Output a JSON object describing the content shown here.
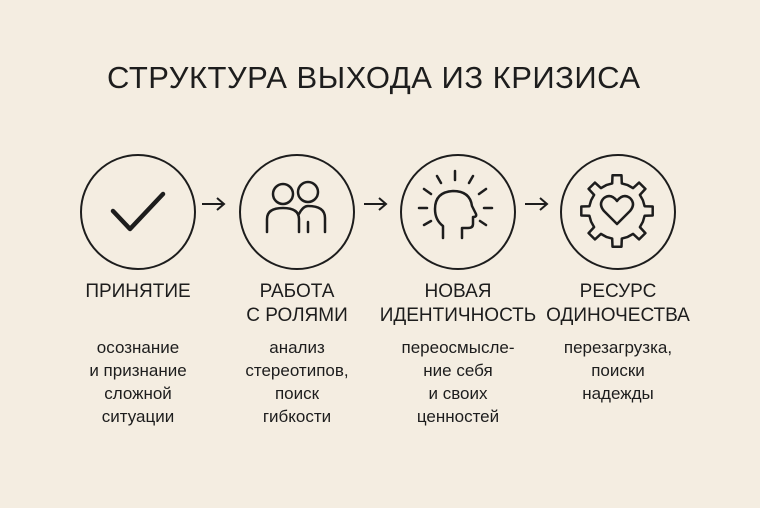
{
  "title": "СТРУКТУРА ВЫХОДА ИЗ КРИЗИСА",
  "steps": [
    {
      "label": "ПРИНЯТИЕ",
      "description": "осознание\nи признание\nсложной\nситуации",
      "icon": "checkmark-icon"
    },
    {
      "label": "РАБОТА\nС РОЛЯМИ",
      "description": "анализ\nстереотипов,\nпоиск\nгибкости",
      "icon": "two-people-icon"
    },
    {
      "label": "НОВАЯ\nИДЕНТИЧНОСТЬ",
      "description": "переосмысле-\nние себя\nи своих\nценностей",
      "icon": "head-with-rays-icon"
    },
    {
      "label": "РЕСУРС\nОДИНОЧЕСТВА",
      "description": "перезагрузка,\nпоиски\nнадежды",
      "icon": "gear-heart-icon"
    }
  ],
  "colors": {
    "background": "#f4ede1",
    "ink": "#1d1d1d"
  }
}
